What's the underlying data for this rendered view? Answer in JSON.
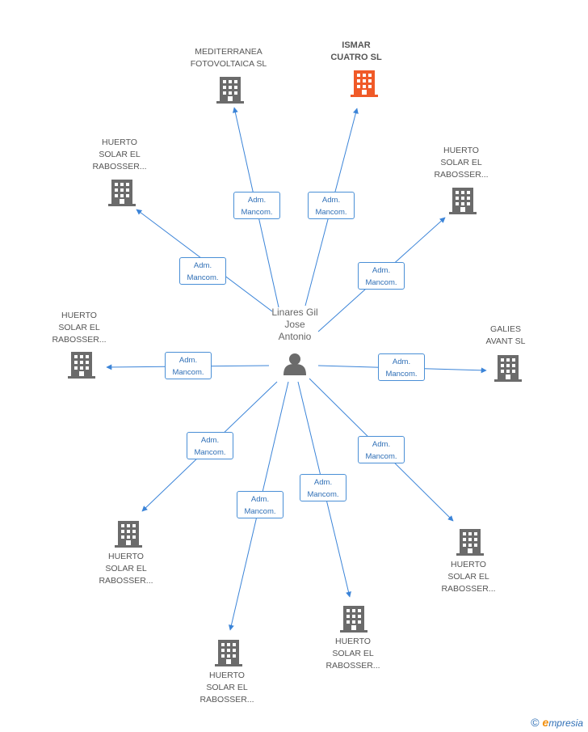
{
  "center": {
    "label": "Linares Gil\nJose\nAntonio",
    "icon": "person-icon"
  },
  "relation_label": "Adm.\nMancom.",
  "colors": {
    "edge": "#3b84d8",
    "building": "#6b6b6b",
    "highlight": "#f05a28",
    "edge_text": "#2f6fb6"
  },
  "nodes": [
    {
      "id": "mediterranea",
      "label": "MEDITERRANEA\nFOTOVOLTAICA SL",
      "highlight": false
    },
    {
      "id": "ismar",
      "label": "ISMAR\nCUATRO SL",
      "highlight": true
    },
    {
      "id": "huerto-nw",
      "label": "HUERTO\nSOLAR EL\nRABOSSER...",
      "highlight": false
    },
    {
      "id": "huerto-ne",
      "label": "HUERTO\nSOLAR EL\nRABOSSER...",
      "highlight": false
    },
    {
      "id": "huerto-w",
      "label": "HUERTO\nSOLAR EL\nRABOSSER...",
      "highlight": false
    },
    {
      "id": "galies",
      "label": "GALIES\nAVANT SL",
      "highlight": false
    },
    {
      "id": "huerto-sw",
      "label": "HUERTO\nSOLAR EL\nRABOSSER...",
      "highlight": false
    },
    {
      "id": "huerto-s1",
      "label": "HUERTO\nSOLAR EL\nRABOSSER...",
      "highlight": false
    },
    {
      "id": "huerto-s2",
      "label": "HUERTO\nSOLAR EL\nRABOSSER...",
      "highlight": false
    },
    {
      "id": "huerto-se",
      "label": "HUERTO\nSOLAR EL\nRABOSSER...",
      "highlight": false
    }
  ],
  "footer": {
    "copyright_symbol": "©",
    "brand_initial": "e",
    "brand_rest": "mpresia"
  }
}
